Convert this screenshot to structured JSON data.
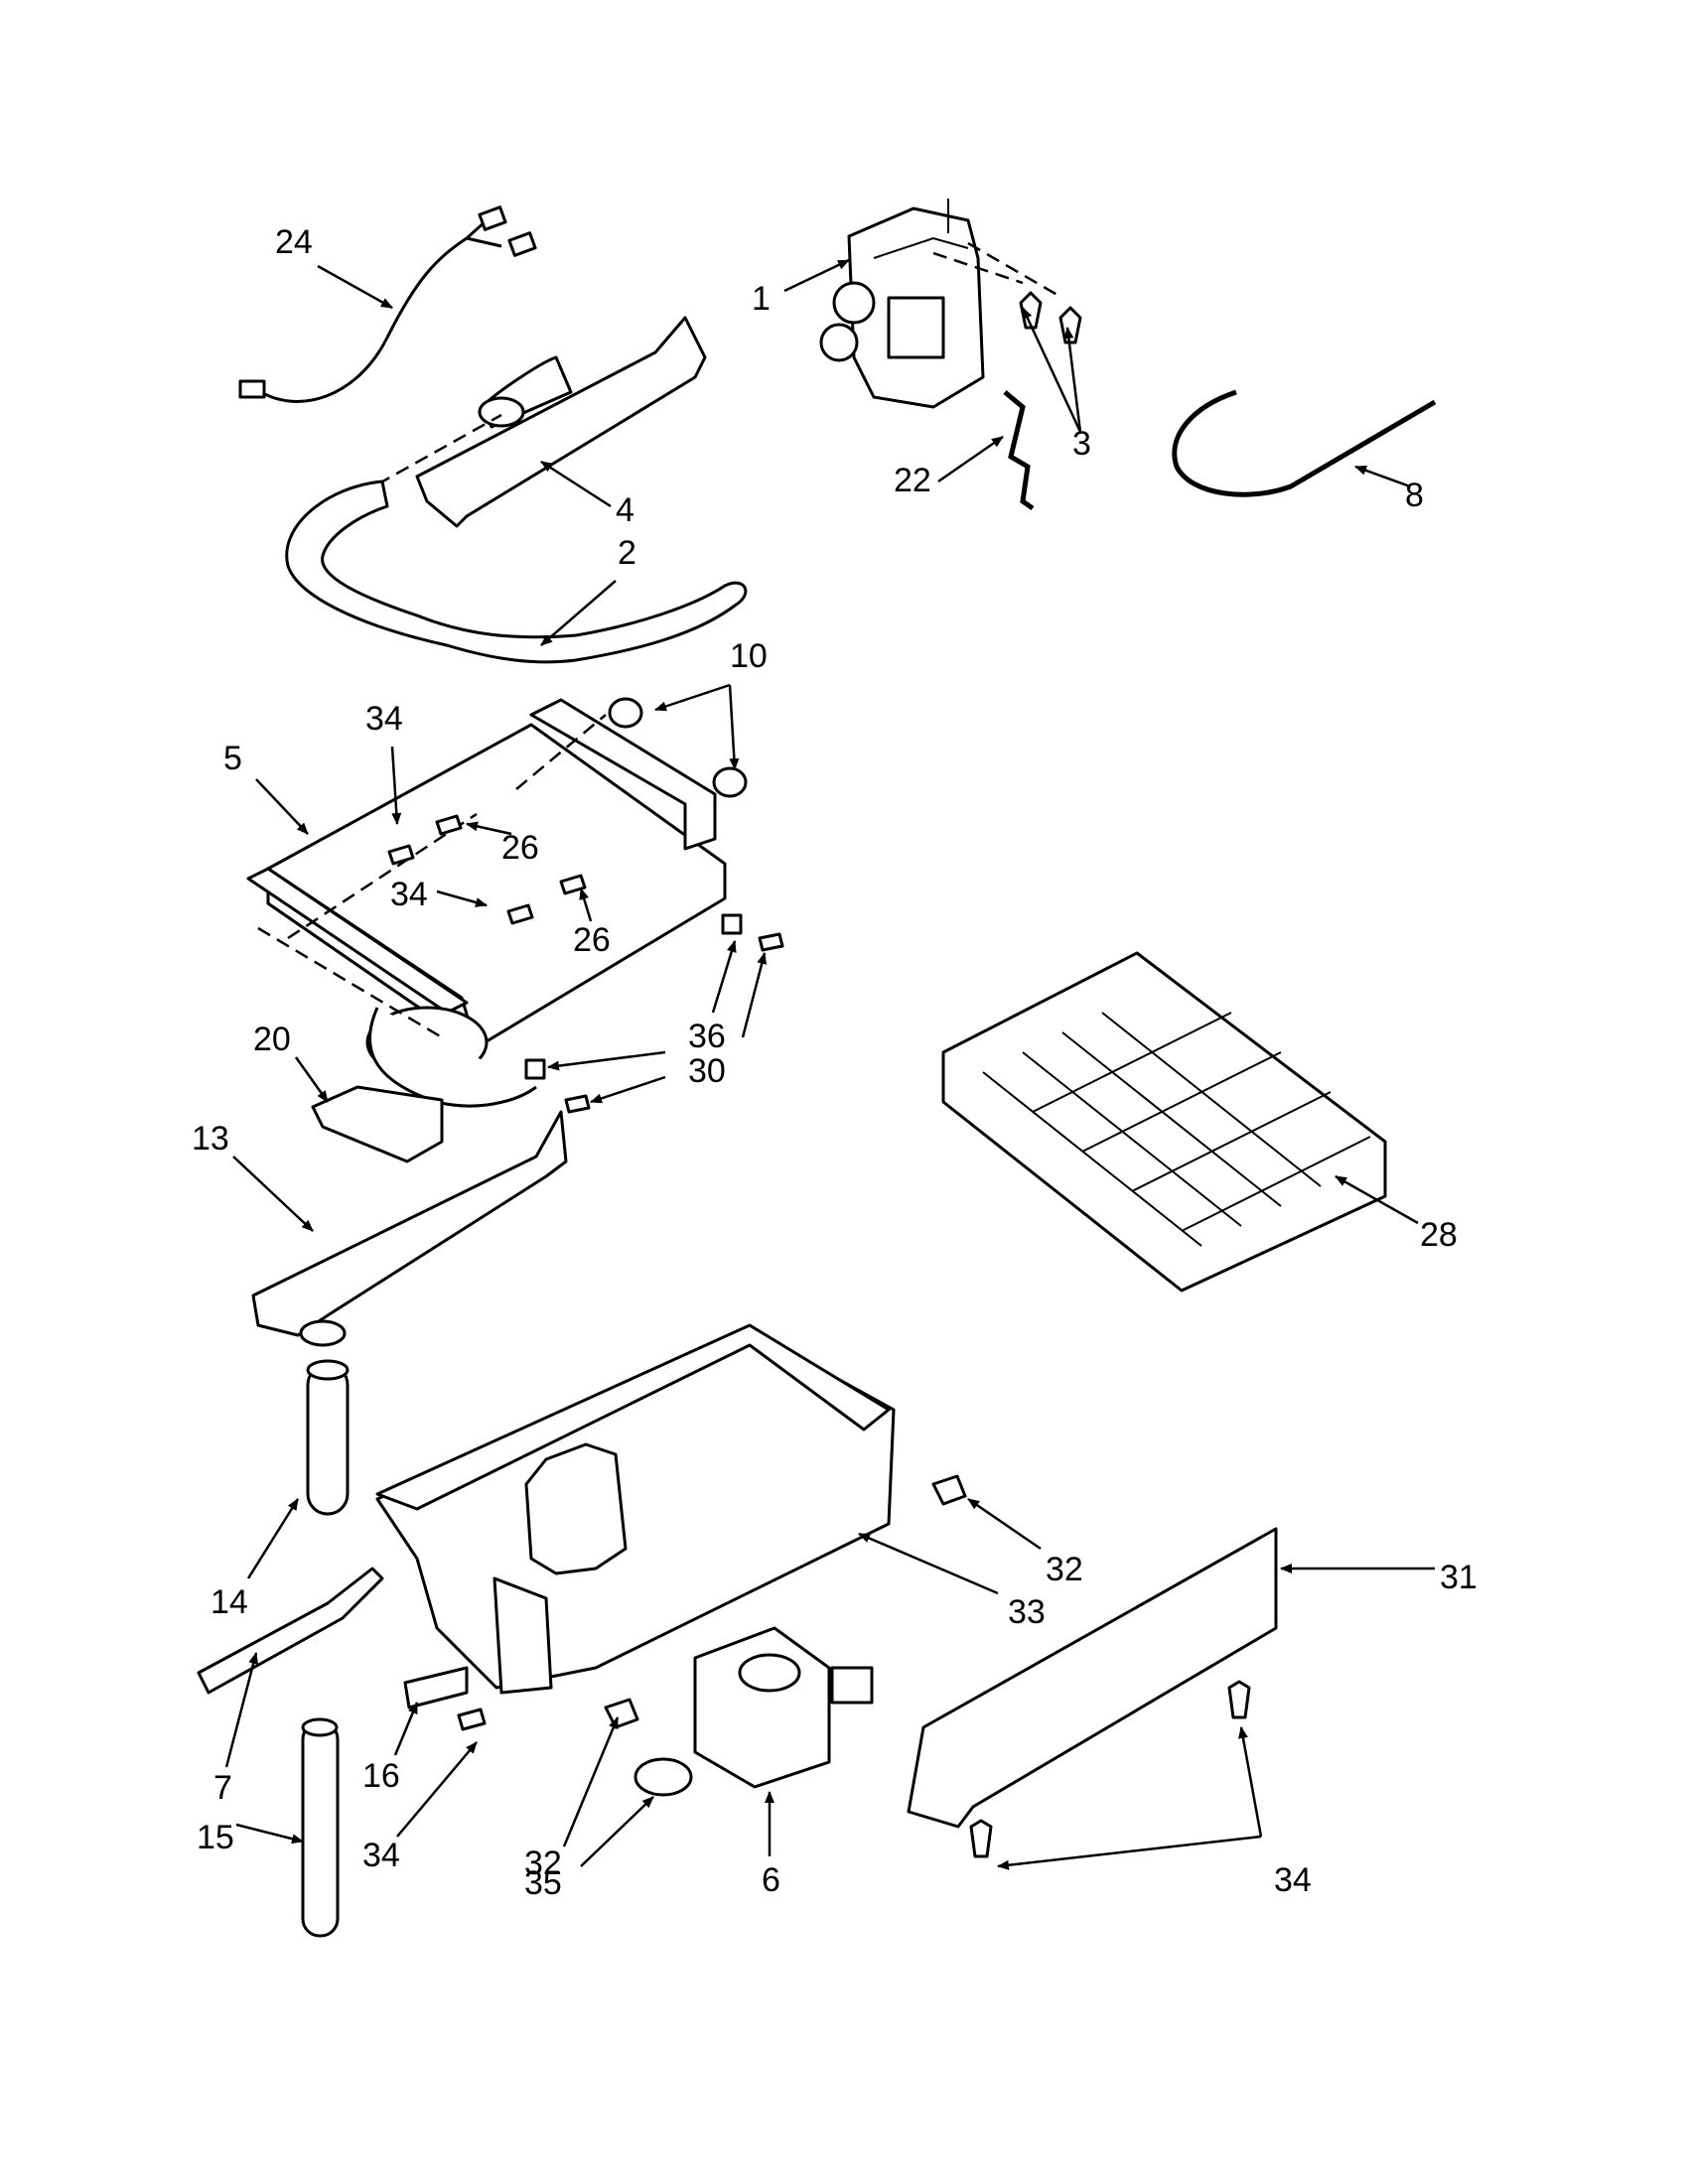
{
  "callouts": {
    "p1": "1",
    "p2": "2",
    "p3": "3",
    "p4": "4",
    "p5": "5",
    "p6": "6",
    "p7": "7",
    "p8": "8",
    "p10": "10",
    "p13": "13",
    "p14": "14",
    "p15": "15",
    "p16": "16",
    "p20": "20",
    "p22": "22",
    "p24": "24",
    "p26a": "26",
    "p26b": "26",
    "p28": "28",
    "p30": "30",
    "p31": "31",
    "p32a": "32",
    "p32b": "32",
    "p33": "33",
    "p34a": "34",
    "p34b": "34",
    "p34c": "34",
    "p34d": "34",
    "p35": "35",
    "p36": "36"
  }
}
